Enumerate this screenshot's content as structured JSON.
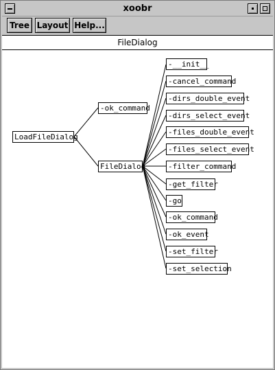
{
  "window": {
    "title": "xoobr"
  },
  "menu": {
    "tree_label": "Tree",
    "layout_label": "Layout",
    "help_label": "Help..."
  },
  "header": {
    "label": "FileDialog"
  },
  "tree": {
    "root": "LoadFileDialog",
    "children": [
      "-ok_command",
      "FileDialog"
    ],
    "methods": [
      "-__init__",
      "-cancel_command",
      "-dirs_double_event",
      "-dirs_select_event",
      "-files_double_event",
      "-files_select_event",
      "-filter_command",
      "-get_filter",
      "-go",
      "-ok_command",
      "-ok_event",
      "-set_filter",
      "-set_selection"
    ]
  },
  "icons": {
    "window_menu": "window-menu-icon",
    "minimize": "minimize-icon",
    "maximize": "maximize-icon"
  }
}
